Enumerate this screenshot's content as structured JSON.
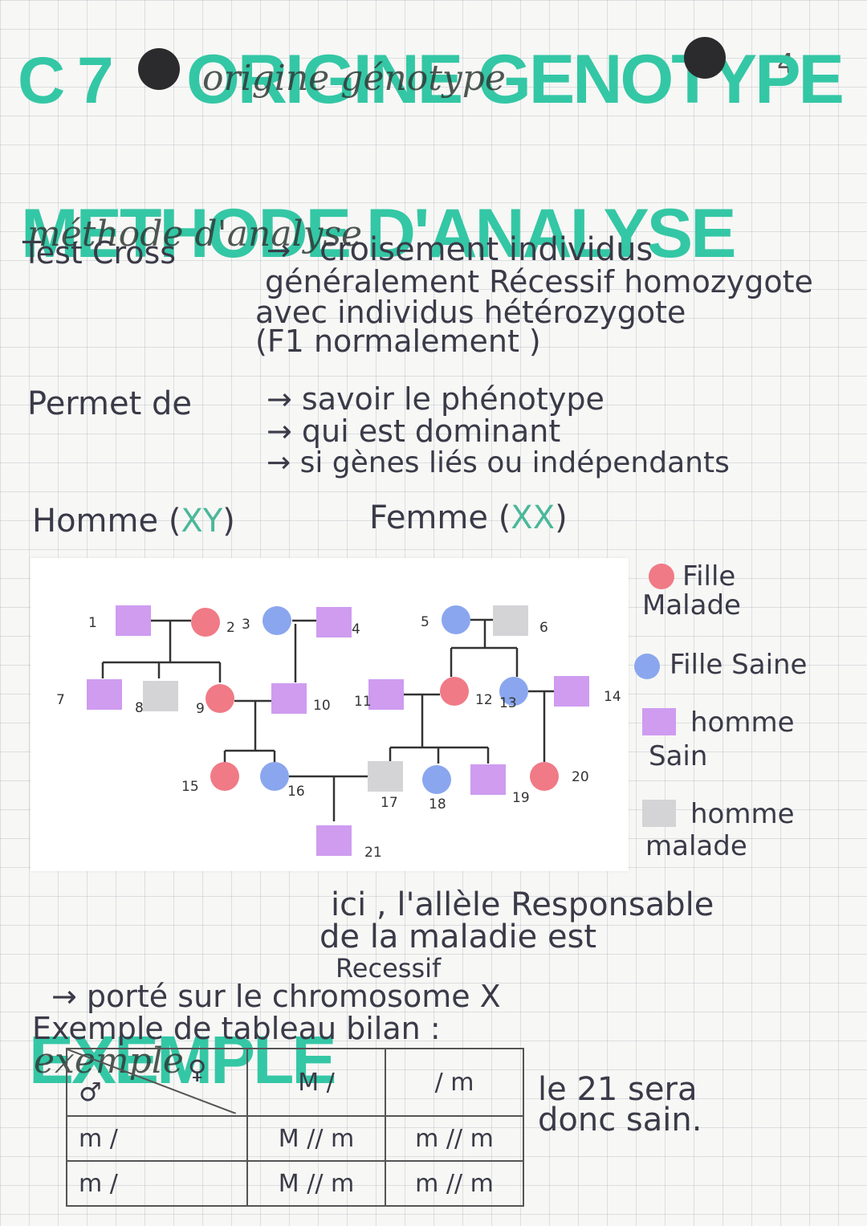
{
  "page_number": "4",
  "title": {
    "chapter_mark": "C 7",
    "line1": "ORIGINE GENOTYPE",
    "line1_strikethrough": "origine génotype",
    "line2": "METHODE D'ANALYSE",
    "line2_strikethrough": "méthode d'analyse"
  },
  "test_cross": {
    "label": "Test Cross",
    "arrow": "→",
    "line1": "croisement individus",
    "line2": "généralement Récessif homozygote",
    "line3": "avec individus hétérozygote",
    "line4": "(F1 normalement )"
  },
  "permet": {
    "label": "Permet de",
    "items": [
      "→ savoir le phénotype",
      "→ qui est dominant",
      "→ si gènes liés ou indépendants"
    ]
  },
  "sexes": {
    "homme": "Homme",
    "homme_chr": "XY",
    "femme": "Femme",
    "femme_chr": "XX"
  },
  "colors": {
    "fille_malade": "#f07a86",
    "fille_saine": "#8aa6ee",
    "homme_sain": "#cf9cf0",
    "homme_malade": "#d4d4d6",
    "title_green": "#34c7a5"
  },
  "pedigree": {
    "individuals": [
      {
        "id": "1",
        "shape": "square",
        "status": "homme_sain"
      },
      {
        "id": "2",
        "shape": "circle",
        "status": "fille_malade"
      },
      {
        "id": "3",
        "shape": "circle",
        "status": "fille_saine"
      },
      {
        "id": "4",
        "shape": "square",
        "status": "homme_sain"
      },
      {
        "id": "5",
        "shape": "circle",
        "status": "fille_saine"
      },
      {
        "id": "6",
        "shape": "square",
        "status": "homme_malade"
      },
      {
        "id": "7",
        "shape": "square",
        "status": "homme_sain"
      },
      {
        "id": "8",
        "shape": "square",
        "status": "homme_malade"
      },
      {
        "id": "9",
        "shape": "circle",
        "status": "fille_malade"
      },
      {
        "id": "10",
        "shape": "square",
        "status": "homme_sain"
      },
      {
        "id": "11",
        "shape": "square",
        "status": "homme_sain"
      },
      {
        "id": "12",
        "shape": "circle",
        "status": "fille_malade"
      },
      {
        "id": "13",
        "shape": "circle",
        "status": "fille_saine"
      },
      {
        "id": "14",
        "shape": "square",
        "status": "homme_sain"
      },
      {
        "id": "15",
        "shape": "circle",
        "status": "fille_malade"
      },
      {
        "id": "16",
        "shape": "circle",
        "status": "fille_saine"
      },
      {
        "id": "17",
        "shape": "square",
        "status": "homme_malade"
      },
      {
        "id": "18",
        "shape": "circle",
        "status": "fille_saine"
      },
      {
        "id": "19",
        "shape": "square",
        "status": "homme_sain"
      },
      {
        "id": "20",
        "shape": "circle",
        "status": "fille_malade"
      },
      {
        "id": "21",
        "shape": "square",
        "status": "homme_sain"
      }
    ]
  },
  "legend": {
    "fille_malade": [
      "Fille",
      "Malade"
    ],
    "fille_saine": [
      "Fille Saine"
    ],
    "homme_sain": [
      "homme",
      "Sain"
    ],
    "homme_malade": [
      "homme",
      "malade"
    ]
  },
  "exemple": {
    "heading": "EXEMPLE",
    "heading_strikethrough": "exemple",
    "text_line1": "ici , l'allèle Responsable",
    "text_line2": "de la maladie est",
    "text_line3": "Recessif",
    "arrow_line": "→ porté sur le chromosome X",
    "table_intro": "Exemple de tableau bilan :"
  },
  "punnett": {
    "male_symbol": "♂",
    "female_symbol": "♀",
    "col_headers": [
      "M /",
      "/ m"
    ],
    "rows": [
      {
        "header": "m /",
        "cells": [
          "M // m",
          "m // m"
        ]
      },
      {
        "header": "m /",
        "cells": [
          "M // m",
          "m // m"
        ]
      }
    ]
  },
  "conclusion": {
    "line1": "le 21 sera",
    "line2": "donc sain."
  }
}
